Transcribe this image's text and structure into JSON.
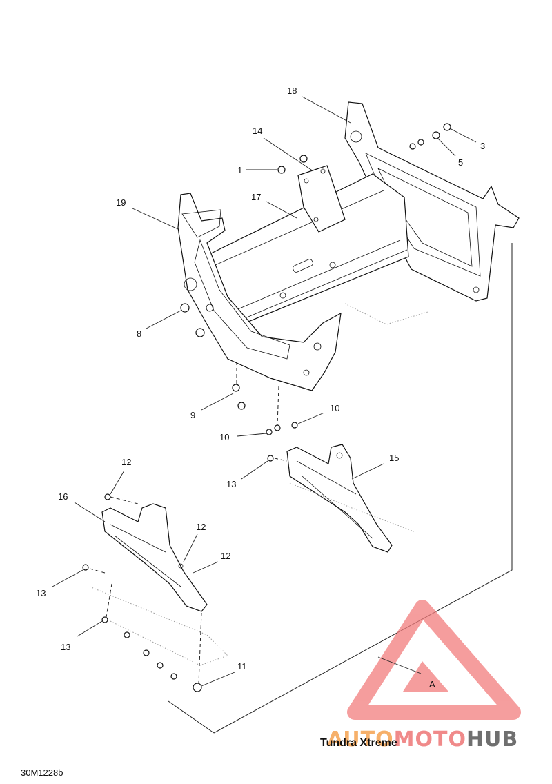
{
  "callouts": [
    {
      "label": "18"
    },
    {
      "label": "14"
    },
    {
      "label": "3"
    },
    {
      "label": "5"
    },
    {
      "label": "1"
    },
    {
      "label": "17"
    },
    {
      "label": "19"
    },
    {
      "label": "8"
    },
    {
      "label": "9"
    },
    {
      "label": "10"
    },
    {
      "label": "10"
    },
    {
      "label": "12"
    },
    {
      "label": "15"
    },
    {
      "label": "13"
    },
    {
      "label": "16"
    },
    {
      "label": "12"
    },
    {
      "label": "12"
    },
    {
      "label": "13"
    },
    {
      "label": "13"
    },
    {
      "label": "11"
    },
    {
      "label": "A"
    }
  ],
  "model_name": "Tundra Xtreme",
  "diagram_code": "30M1228b",
  "watermark": {
    "part1": "AUTO",
    "part2": "MOTO",
    "part3": "HUB",
    "color_triangle": "#f27d7d",
    "color_auto": "#f6b06a",
    "color_hub": "#6f6f6f"
  }
}
